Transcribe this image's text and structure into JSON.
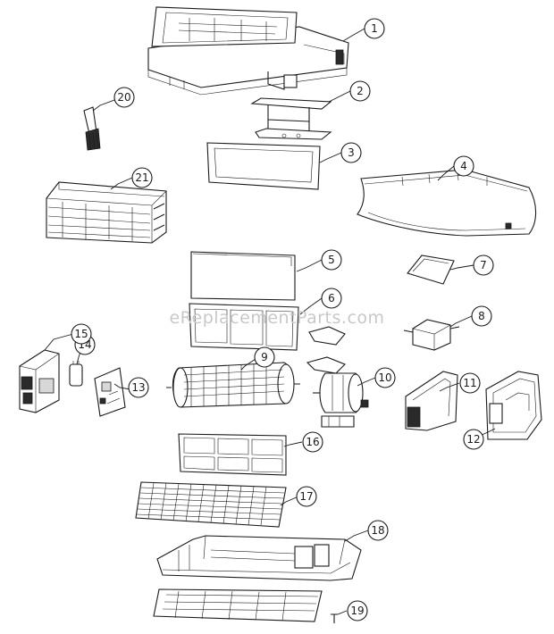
{
  "watermark": "eReplacementParts.com",
  "callouts": [
    "1",
    "2",
    "3",
    "4",
    "5",
    "6",
    "7",
    "8",
    "9",
    "10",
    "11",
    "12",
    "13",
    "14",
    "15",
    "16",
    "17",
    "18",
    "19",
    "20",
    "21"
  ]
}
